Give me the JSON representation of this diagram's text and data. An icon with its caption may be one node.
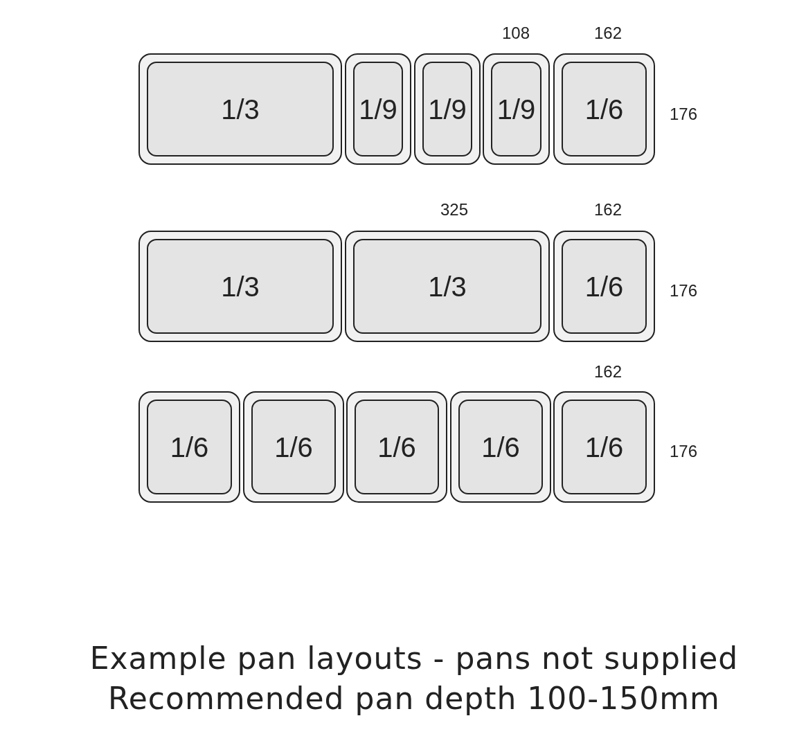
{
  "diagram": {
    "nodes": [
      {
        "text": [
          "1/3"
        ]
      },
      {
        "text": [
          "1/9"
        ]
      },
      {
        "text": [
          "1/9"
        ]
      },
      {
        "text": [
          "1/9"
        ]
      },
      {
        "text": [
          "1/6"
        ]
      },
      {
        "text": [
          "1/3"
        ]
      },
      {
        "text": [
          "1/3"
        ]
      },
      {
        "text": [
          "1/6"
        ]
      },
      {
        "text": [
          "1/6"
        ]
      },
      {
        "text": [
          "1/6"
        ]
      },
      {
        "text": [
          "1/6"
        ]
      },
      {
        "text": [
          "1/6"
        ]
      },
      {
        "text": [
          "1/6"
        ]
      }
    ],
    "labels": [
      "108",
      "162",
      "176",
      "325",
      "162",
      "176",
      "162",
      "176",
      "Example pan layouts - pans not supplied",
      "Recommended pan depth 100-150mm"
    ]
  }
}
